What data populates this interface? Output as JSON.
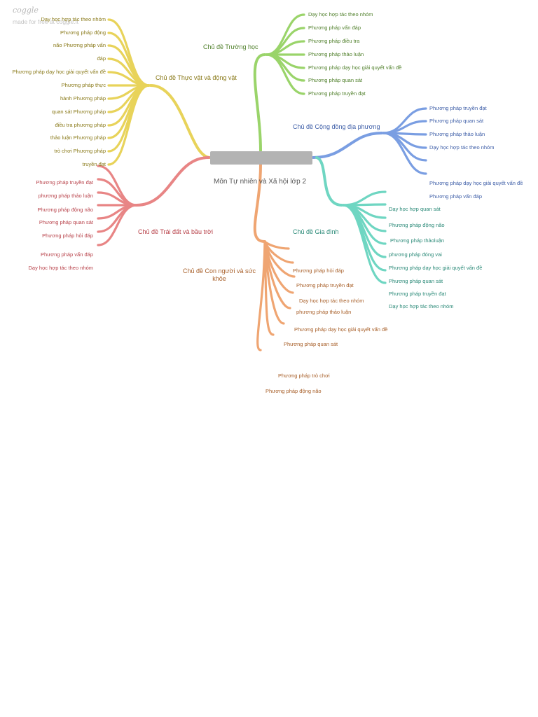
{
  "watermark": {
    "logo": "coggle",
    "subtitle": "made for free at coggle.it"
  },
  "center": {
    "label": "Môn Tự nhiên và Xã hội lớp 2"
  },
  "colors": {
    "yellow": "#e8d35a",
    "green": "#9ad46a",
    "blue": "#7a9ee2",
    "teal": "#6fd6c2",
    "red": "#e88585",
    "orange": "#efa572",
    "center": "#b3b3b3"
  },
  "branches": {
    "plants": {
      "title": "Chủ đề Thực vật và động vật",
      "leaves": [
        "Dạy học hợp tác theo nhóm",
        "Phương pháp động",
        "não Phương pháp vấn",
        "đáp",
        "Phương pháp dạy học giải quyết vấn đề",
        "Phương pháp thực",
        "hành Phương pháp",
        "quan sát Phương pháp",
        "điều tra phương pháp",
        "thảo luận Phương pháp",
        "trò chơi Phương pháp",
        "truyền đạt"
      ]
    },
    "school": {
      "title": "Chủ đề Trường học",
      "leaves": [
        "Dạy học hợp tác theo nhóm",
        "Phương pháp vấn đáp",
        "Phương pháp điều tra",
        "Phương pháp thảo luận",
        "Phương pháp dạy học giải quyết vấn đề",
        "Phương pháp quan sát",
        "Phương pháp truyền đạt"
      ]
    },
    "community": {
      "title": "Chủ đề Cộng đồng địa phương",
      "leaves": [
        "Phương pháp truyền đạt",
        "Phương pháp quan sát",
        "Phương pháp thảo luận",
        "Dạy học hợp tác theo nhóm",
        "Phương pháp dạy học giải quyết vấn đề",
        "Phương pháp vấn đáp"
      ]
    },
    "family": {
      "title": "Chủ đề Gia đình",
      "leaves": [
        "Dạy học hợp quan sát",
        "Phương pháp động não",
        "Phương pháp thảoluận",
        "phương pháp đóng vai",
        "Phương pháp dạy học giải quyết vấn đề",
        "Phương pháp quan sát",
        "Phương pháp truyền đạt",
        "Dạy học hợp tác theo nhóm"
      ]
    },
    "earth": {
      "title": "Chủ đề Trái đất và bầu trời",
      "leaves": [
        "Phương pháp truyền đạt",
        "phương pháp thảo luận",
        "Phương pháp động não",
        "Phương pháp quan sát",
        "Phương pháp hỏi đáp",
        "Phương pháp vấn đáp",
        "Dạy học hợp tác theo nhóm"
      ]
    },
    "health": {
      "title": "Chủ đề Con người và sức khỏe",
      "leaves": [
        "Phương pháp hỏi đáp",
        "Phương pháp truyền đạt",
        "Dạy học hợp tác theo nhóm",
        "phương pháp thảo luận",
        "Phương pháp dạy học giải quyết vấn đề",
        "Phương pháp quan sát",
        "Phương pháp trò chơi",
        "Phương pháp động não"
      ]
    }
  }
}
